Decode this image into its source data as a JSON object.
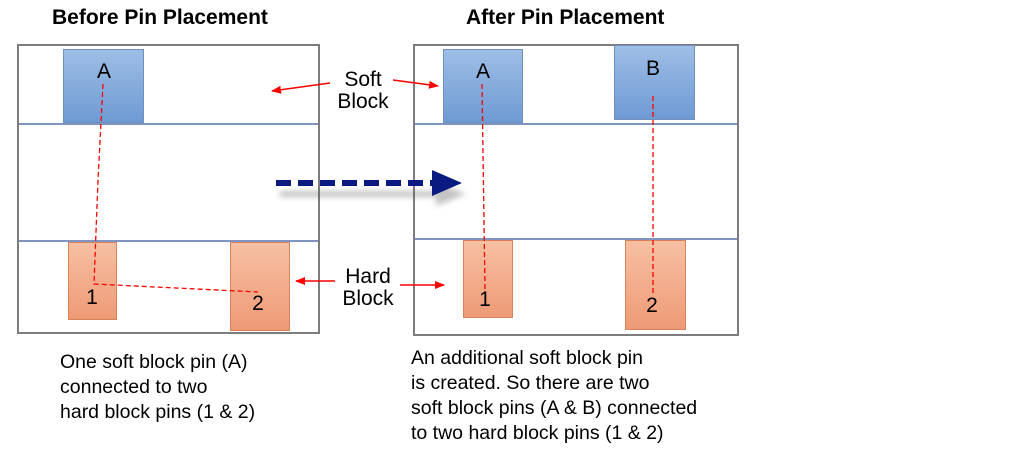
{
  "left": {
    "title": "Before Pin Placement",
    "soft_block": "A",
    "hard_blocks": [
      "1",
      "2"
    ],
    "caption": [
      "One soft block pin (A)",
      "connected to two",
      "hard block pins (1 & 2)"
    ]
  },
  "right": {
    "title": "After Pin Placement",
    "soft_blocks": [
      "A",
      "B"
    ],
    "hard_blocks": [
      "1",
      "2"
    ],
    "caption": [
      "An additional soft block pin",
      "is created. So there are two",
      "soft block pins (A & B) connected",
      "to two hard block pins (1 & 2)"
    ]
  },
  "callouts": {
    "soft": [
      "Soft",
      "Block"
    ],
    "hard": [
      "Hard",
      "Block"
    ]
  },
  "colors": {
    "soft_block": "#7ea8dc",
    "hard_block": "#f2a882",
    "connection": "#ff0000",
    "transition_arrow": "#0a1a80",
    "callout_arrow": "#ff0000"
  }
}
